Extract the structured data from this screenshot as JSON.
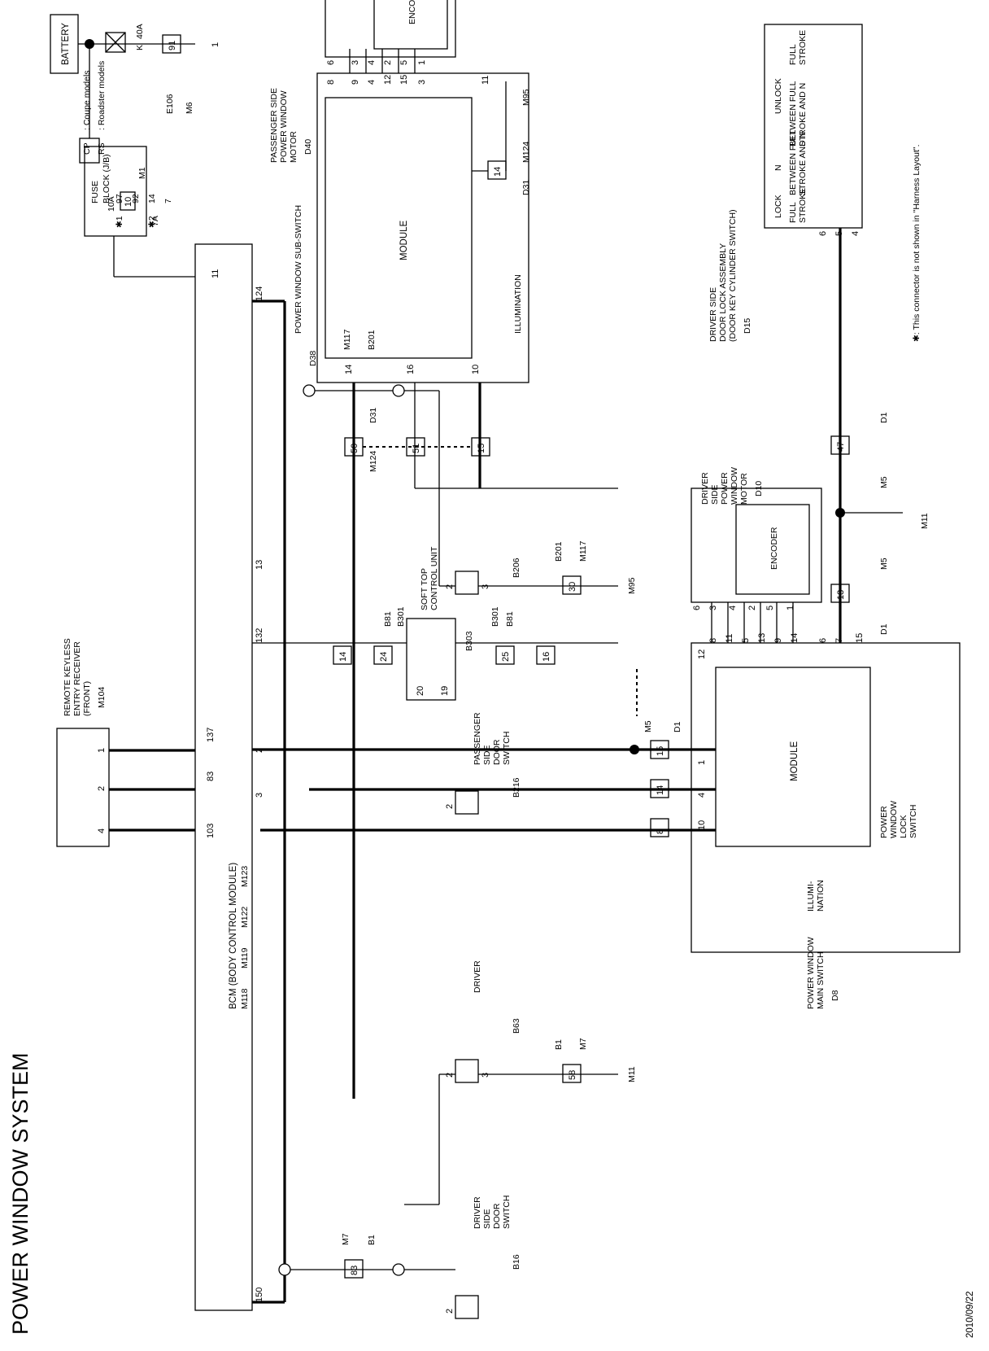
{
  "title": "POWER WINDOW SYSTEM",
  "date": "2010/09/22",
  "legend": {
    "cp_label": "CP",
    "cp_text": ": Coupe models",
    "rs_label": "RS",
    "rs_text": ": Roadster models",
    "star1": "✱1",
    "star2": "✱2",
    "star1_a": "97",
    "star1_b": "92",
    "star2_a": "14",
    "star2_b": "7",
    "footnote": "✱: This connector is not shown in \"Harness Layout\"."
  },
  "components": {
    "battery": "BATTERY",
    "fuse_main_amp": "40A",
    "fuse_main_letter": "K",
    "fuse_block_l1": "FUSE",
    "fuse_block_l2": "BLOCK (J/B)",
    "fuse_10a": "10A",
    "fuse_10_num": "10",
    "fuse_7a": "7A",
    "bcm_label": "BCM (BODY CONTROL MODULE)",
    "rke_l1": "REMOTE KEYLESS",
    "rke_l2": "ENTRY RECEIVER",
    "rke_l3": "(FRONT)",
    "soft_top_l1": "SOFT TOP",
    "soft_top_l2": "CONTROL UNIT",
    "sub_switch": "POWER WINDOW SUB-SWITCH",
    "module": "MODULE",
    "illumination": "ILLUMINATION",
    "encoder": "ENCODER",
    "pass_motor_l1": "PASSENGER SIDE",
    "pass_motor_l2": "POWER WINDOW",
    "pass_motor_l3": "MOTOR",
    "drv_motor_l1": "DRIVER",
    "drv_motor_l2": "SIDE",
    "drv_motor_l3": "POWER",
    "drv_motor_l4": "WINDOW",
    "drv_motor_l5": "MOTOR",
    "main_switch_l1": "POWER WINDOW",
    "main_switch_l2": "MAIN SWITCH",
    "lock_sw_l1": "POWER",
    "lock_sw_l2": "WINDOW",
    "lock_sw_l3": "LOCK",
    "lock_sw_l4": "SWITCH",
    "illum_l1": "ILLUMI-",
    "illum_l2": "NATION",
    "door_lock_l1": "DRIVER SIDE",
    "door_lock_l2": "DOOR LOCK ASSEMBLY",
    "door_lock_l3": "(DOOR KEY CYLINDER SWITCH)",
    "door_sw_l1a": "DRIVER",
    "door_sw_l1b": "PASSENGER",
    "door_sw_l2": "SIDE",
    "door_sw_l3": "DOOR",
    "door_sw_l4": "SWITCH"
  },
  "connectors": {
    "m1": "M1",
    "e106": "E106",
    "m6": "M6",
    "m118": "M118",
    "m119": "M119",
    "m122": "M122",
    "m123": "M123",
    "m104": "M104",
    "m95": "M95",
    "m7": "M7",
    "b1": "B1",
    "b81": "B81",
    "b301": "B301",
    "b303": "B303",
    "m124": "M124",
    "d31": "D31",
    "d38": "D38",
    "d40": "D40",
    "d10": "D10",
    "d8": "D8",
    "d1": "D1",
    "m5": "M5",
    "m11": "M11",
    "d15": "D15",
    "m117": "M117",
    "b201": "B201",
    "b16": "B16",
    "b63": "B63",
    "b216": "B216",
    "b206": "B206"
  },
  "inline_pins": {
    "p91": "91",
    "p83": "83",
    "p58": "58",
    "p30": "30",
    "p14": "14",
    "p24": "24",
    "p25": "25",
    "p16": "16",
    "p20": "20",
    "p19": "19",
    "p50": "50",
    "p51": "51",
    "p15": "15",
    "p47": "47",
    "p13": "13",
    "p8": "8"
  },
  "pins": {
    "bcm_1": "1",
    "bcm_11": "11",
    "bcm_124": "124",
    "bcm_150": "150",
    "bcm_103": "103",
    "bcm_83": "83",
    "bcm_137": "137",
    "bcm_2": "2",
    "bcm_3": "3",
    "bcm_132": "132",
    "bcm_13": "13",
    "rke_1": "1",
    "rke_2": "2",
    "rke_4": "4",
    "sw_2": "2",
    "sw_3": "3",
    "sub_14": "14",
    "sub_16": "16",
    "sub_10": "10",
    "sub_8": "8",
    "sub_9": "9",
    "sub_4": "4",
    "sub_12": "12",
    "sub_15": "15",
    "sub_3": "3",
    "sub_11": "11",
    "pm_6": "6",
    "pm_3": "3",
    "pm_4": "4",
    "pm_2": "2",
    "pm_5": "5",
    "pm_1": "1",
    "ms_1": "1",
    "ms_4": "4",
    "ms_10": "10",
    "ms_12": "12",
    "ms_8": "8",
    "ms_11": "11",
    "ms_5": "5",
    "ms_13": "13",
    "ms_9": "9",
    "ms_14": "14",
    "ms_6": "6",
    "ms_7": "7",
    "ms_15": "15",
    "dm_6": "6",
    "dm_3": "3",
    "dm_4": "4",
    "dm_2": "2",
    "dm_5": "5",
    "dm_1": "1",
    "dl_6": "6",
    "dl_5": "5",
    "dl_4": "4"
  },
  "door_lock_table": {
    "lock": "LOCK",
    "n": "N",
    "unlock": "UNLOCK",
    "full_stroke_l1": "FULL",
    "full_stroke_l2": "STROKE",
    "between_l1": "BETWEEN FULL",
    "between_l2": "STROKE AND N"
  }
}
